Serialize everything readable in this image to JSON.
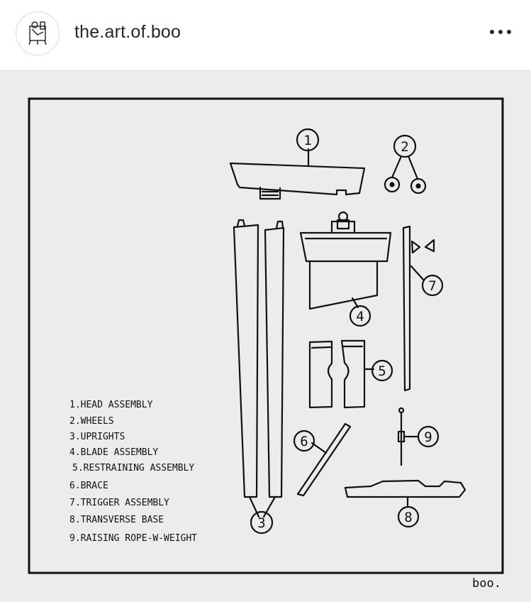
{
  "header": {
    "username": "the.art.of.boo",
    "avatar_icon": "cartoon-avatar-icon",
    "more_icon": "more-options-icon"
  },
  "diagram": {
    "labels": [
      "1",
      "2",
      "3",
      "4",
      "5",
      "6",
      "7",
      "8",
      "9"
    ],
    "legend": [
      "1.HEAD ASSEMBLY",
      "2.WHEELS",
      "3.UPRIGHTS",
      "4.BLADE ASSEMBLY",
      "5.RESTRAINING ASSEMBLY",
      "6.BRACE",
      "7.TRIGGER ASSEMBLY",
      "8.TRANSVERSE BASE",
      "9.RAISING ROPE-W-WEIGHT"
    ],
    "signature": "boo."
  }
}
